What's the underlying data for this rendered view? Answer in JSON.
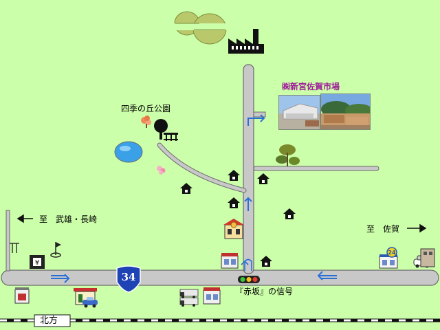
{
  "labels": {
    "market": "㈱新宮佐賀市場",
    "park": "四季の丘公園",
    "to_west": "至　武雄・長崎",
    "to_east": "至　佐賀",
    "signal": "『赤坂』の信号",
    "north": "北方",
    "route_number": "34",
    "convenience_number": "24"
  },
  "colors": {
    "background": "#ccffaa",
    "road": "#c8c8c8",
    "road_edge": "#7a7a7a",
    "arrow_blue": "#2a6fd6",
    "market_text": "#a0209a"
  },
  "icons": [
    "factory-icon",
    "hill-icon",
    "tree-icon",
    "bench-icon",
    "flower-icon",
    "pond-icon",
    "house-icon",
    "shop-icon",
    "bank-icon",
    "golf-icon",
    "traffic-light-icon",
    "truck-icon",
    "car-icon",
    "gas-station-icon",
    "convenience-store-icon",
    "route-shield-icon",
    "railway-icon"
  ]
}
